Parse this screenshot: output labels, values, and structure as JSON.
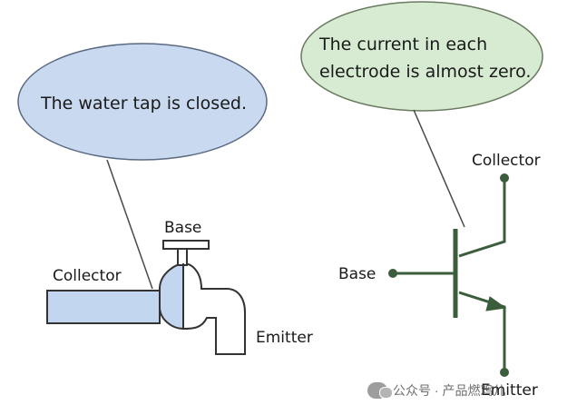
{
  "left_panel": {
    "bubble_text": "The water tap is closed.",
    "labels": {
      "base": "Base",
      "collector": "Collector",
      "emitter": "Emitter"
    }
  },
  "right_panel": {
    "bubble_text_line1": "The current in each",
    "bubble_text_line2": "electrode is almost zero.",
    "labels": {
      "collector": "Collector",
      "base": "Base",
      "emitter": "Emitter"
    }
  },
  "watermark": {
    "text": "公众号 · 产品燃鸡儿"
  },
  "colors": {
    "left_bubble_fill": "#c9d9ef",
    "right_bubble_fill": "#d6ebd2",
    "pipe_fill": "#c3d6f0",
    "transistor_stroke": "#3b5d3b",
    "node_fill": "#3b5d3b"
  }
}
